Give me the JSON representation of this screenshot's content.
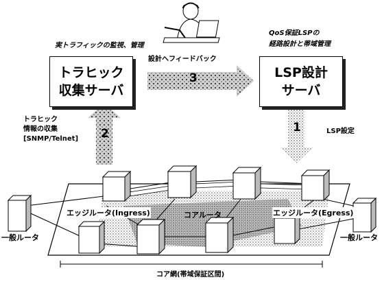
{
  "top_left_caption": "実トラフィックの監視、管理",
  "top_right_caption_line1": "QoS保証LSPの",
  "top_right_caption_line2": "経路設計と帯域管理",
  "feedback_label": "設計へフィードバック",
  "traffic_server": {
    "line1": "トラヒック",
    "line2": "収集サーバ"
  },
  "lsp_server": {
    "line1": "LSP設計",
    "line2": "サーバ"
  },
  "step1": "1",
  "step2": "2",
  "step3": "3",
  "lsp_setting_label": "LSP設定",
  "collection_label_line1": "トラヒック",
  "collection_label_line2": "情報の収集",
  "collection_label_line3": "[SNMP/Telnet]",
  "ingress_label": "エッジルータ(Ingress)",
  "egress_label": "エッジルータ(Egress)",
  "core_label": "コアルータ",
  "general_router_left": "一般ルータ",
  "general_router_right": "一般ルータ",
  "core_network_label": "コア網(帯域保証区間)"
}
